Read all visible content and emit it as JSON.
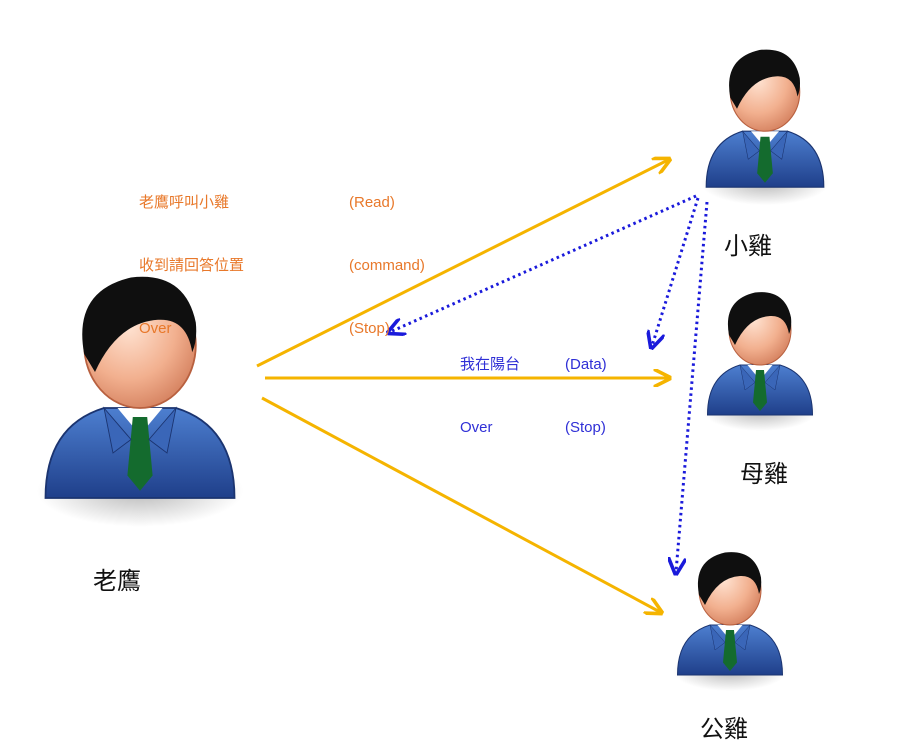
{
  "colors": {
    "command_text": "#e8782a",
    "response_text": "#2f2fd6",
    "solid_arrow": "#f5b400",
    "dotted_arrow": "#1a1adb",
    "suit": "#2a55a8",
    "tie": "#146b2e",
    "skin": "#f2b08f",
    "hair": "#0f0f0f"
  },
  "nodes": {
    "eagle": {
      "label": "老鷹"
    },
    "chick": {
      "label": "小雞"
    },
    "hen": {
      "label": "母雞"
    },
    "rooster": {
      "label": "公雞"
    }
  },
  "command": {
    "lines": [
      "老鷹呼叫小雞",
      "收到請回答位置",
      "Over"
    ],
    "tags": [
      "(Read)",
      "(command)",
      "(Stop)"
    ]
  },
  "response": {
    "lines": [
      "我在陽台",
      "Over"
    ],
    "tags": [
      "(Data)",
      "(Stop)"
    ]
  }
}
